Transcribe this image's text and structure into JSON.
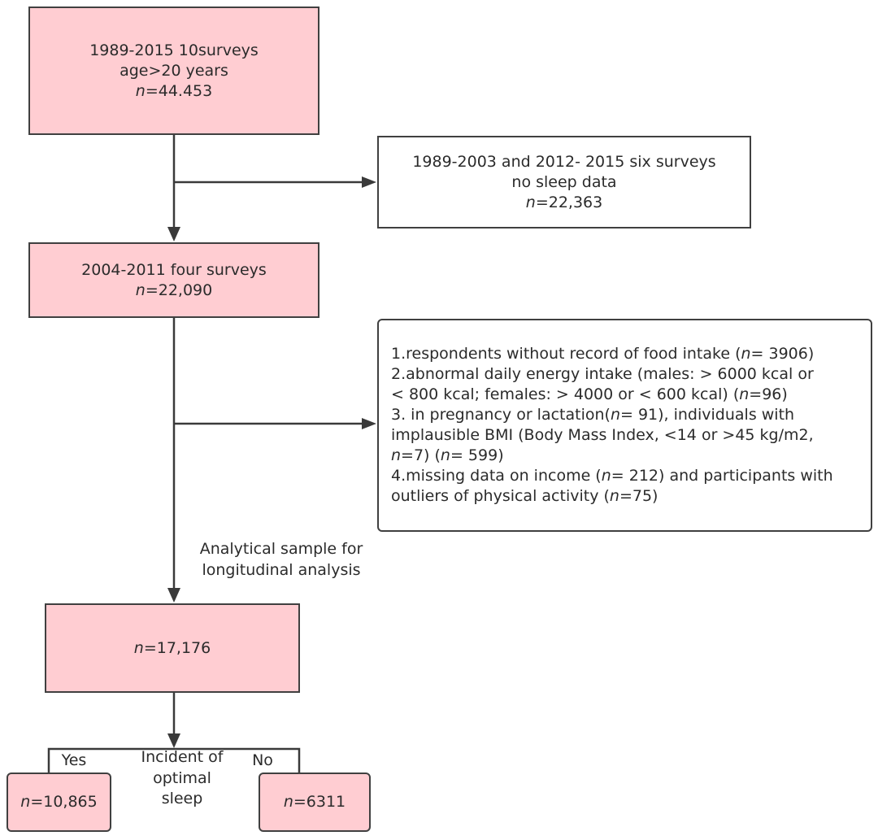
{
  "colors": {
    "highlight_fill": "#FFCDD2",
    "border": "#404040",
    "connector": "#3a3a3a"
  },
  "boxes": {
    "all_surveys": {
      "lines": [
        "1989-2015 10surveys",
        "age>20 years",
        "n=44.453"
      ]
    },
    "no_sleep_data": {
      "lines": [
        "1989-2003 and 2012- 2015 six surveys",
        "no sleep data",
        "n=22,363"
      ]
    },
    "four_surveys": {
      "lines": [
        "2004-2011 four surveys",
        "n=22,090"
      ]
    },
    "exclusions": {
      "lines": [
        "1.respondents without record of food intake (n= 3906)",
        "2.abnormal daily energy intake (males: > 6000 kcal or",
        "< 800 kcal; females: > 4000 or < 600 kcal) (n=96)",
        "3. in pregnancy or lactation(n= 91), individuals with",
        "implausible BMI (Body Mass Index, <14 or >45 kg/m2,",
        "n=7) (n= 599)",
        "4.missing data on income (n= 212) and participants with",
        "outliers of physical activity (n=75)"
      ]
    },
    "analytical_sample": {
      "lines": [
        "n=17,176"
      ]
    },
    "optimal_sleep_yes": {
      "lines": [
        "n=10,865"
      ]
    },
    "optimal_sleep_no": {
      "lines": [
        "n=6311"
      ]
    }
  },
  "labels": {
    "analytical_sample": [
      "Analytical sample for",
      "longitudinal analysis"
    ],
    "outcome": [
      "Incident of",
      "optimal",
      "sleep"
    ],
    "yes": "Yes",
    "no": "No"
  }
}
